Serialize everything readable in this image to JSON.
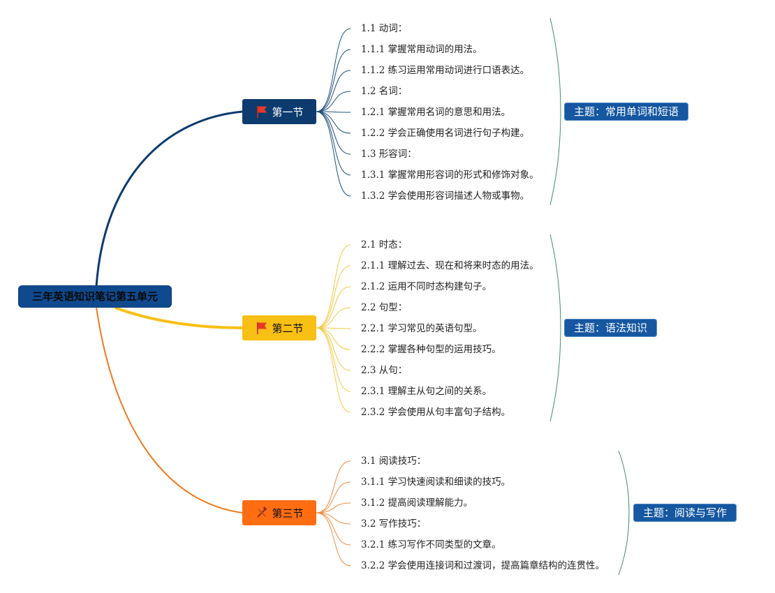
{
  "root": {
    "label": "三年英语知识笔记第五单元"
  },
  "sections": [
    {
      "label": "第一节",
      "icon": "red-flag-icon",
      "color": "#0d3b6e",
      "topic": "主题：常用单词和短语",
      "items": [
        "1.1 动词：",
        "1.1.1 掌握常用动词的用法。",
        "1.1.2 练习运用常用动词进行口语表达。",
        "1.2 名词：",
        "1.2.1 掌握常用名词的意思和用法。",
        "1.2.2 学会正确使用名词进行句子构建。",
        "1.3 形容词：",
        "1.3.1 掌握常用形容词的形式和修饰对象。",
        "1.3.2 学会使用形容词描述人物或事物。"
      ]
    },
    {
      "label": "第二节",
      "icon": "red-flag-icon",
      "color": "#f8bf14",
      "topic": "主题：语法知识",
      "items": [
        "2.1 时态：",
        "2.1.1 理解过去、现在和将来时态的用法。",
        "2.1.2 运用不同时态构建句子。",
        "2.2 句型：",
        "2.2.1 学习常见的英语句型。",
        "2.2.2 掌握各种句型的运用技巧。",
        "2.3 从句：",
        "2.3.1 理解主从句之间的关系。",
        "2.3.2 学会使用从句丰富句子结构。"
      ]
    },
    {
      "label": "第三节",
      "icon": "crossed-tools-icon",
      "color": "#ff6d12",
      "topic": "主题：阅读与写作",
      "items": [
        "3.1 阅读技巧：",
        "3.1.1 学习快速阅读和细读的技巧。",
        "3.1.2 提高阅读理解能力。",
        "3.2 写作技巧：",
        "3.2.1 练习写作不同类型的文章。",
        "3.2.2 学会使用连接词和过渡词，提高篇章结构的连贯性。"
      ]
    }
  ]
}
